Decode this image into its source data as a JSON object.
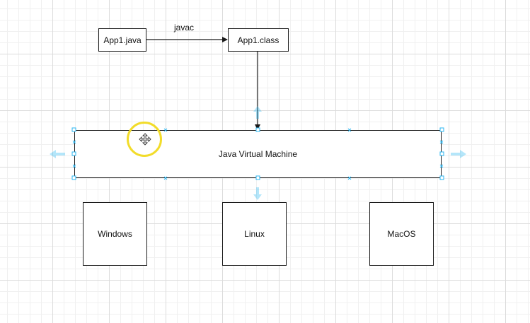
{
  "diagram": {
    "source_node": {
      "label": "App1.java"
    },
    "class_node": {
      "label": "App1.class"
    },
    "compile_edge": {
      "label": "javac"
    },
    "jvm_node": {
      "label": "Java Virtual Machine"
    },
    "os_nodes": [
      {
        "label": "Windows"
      },
      {
        "label": "Linux"
      },
      {
        "label": "MacOS"
      }
    ]
  },
  "colors": {
    "selection_handles": "#29b6f2",
    "cursor_highlight": "#f2dc2a",
    "stroke": "#1a1a1a"
  },
  "icons": {
    "cursor": "move-cursor-icon"
  }
}
